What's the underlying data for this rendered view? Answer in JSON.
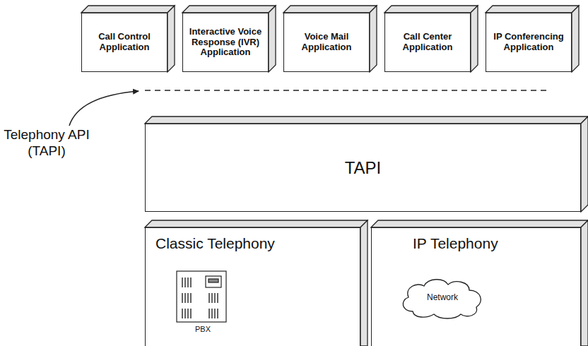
{
  "diagram": {
    "nodes": [
      {
        "text": [
          "Call Control Application"
        ]
      },
      {
        "text": [
          "Interactive Voice Response (IVR) Application"
        ]
      },
      {
        "text": [
          "Voice Mail Application"
        ]
      },
      {
        "text": [
          "Call Center Application"
        ]
      },
      {
        "text": [
          "IP Conferencing Application"
        ]
      },
      {
        "text": [
          "TAPI"
        ]
      },
      {
        "text": [
          "Classic Telephony"
        ]
      },
      {
        "text": [
          "IP Telephony"
        ]
      },
      {
        "text": [
          "Network"
        ],
        "in": 7
      }
    ],
    "labels": [
      "Telephony API (TAPI)",
      "PBX"
    ]
  }
}
